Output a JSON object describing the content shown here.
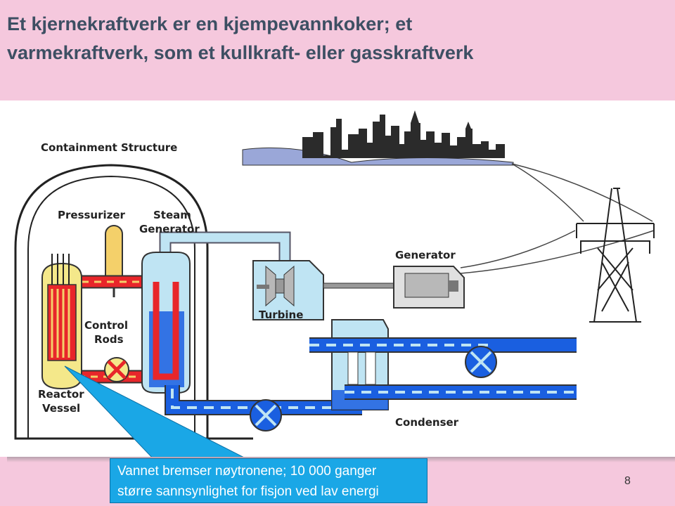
{
  "slide": {
    "title_line1": "Et kjernekraftverk er en kjempevannkoker; et",
    "title_line2": "varmekraftverk, som et kullkraft- eller gasskraftverk",
    "page_number": "8"
  },
  "diagram": {
    "labels": {
      "containment": "Containment Structure",
      "pressurizer": "Pressurizer",
      "steam_gen_1": "Steam",
      "steam_gen_2": "Generator",
      "control_1": "Control",
      "control_2": "Rods",
      "reactor_1": "Reactor",
      "reactor_2": "Vessel",
      "turbine": "Turbine",
      "generator": "Generator",
      "condenser": "Condenser"
    },
    "colors": {
      "hot_loop": "#e8262a",
      "cold_water": "#1a5fe0",
      "steam": "#bfe4f3",
      "callout": "#1aa7e6"
    }
  },
  "callout": {
    "line1": "Vannet bremser nøytronene; 10 000 ganger",
    "line2": "større sannsynlighet for fisjon ved lav energi"
  }
}
